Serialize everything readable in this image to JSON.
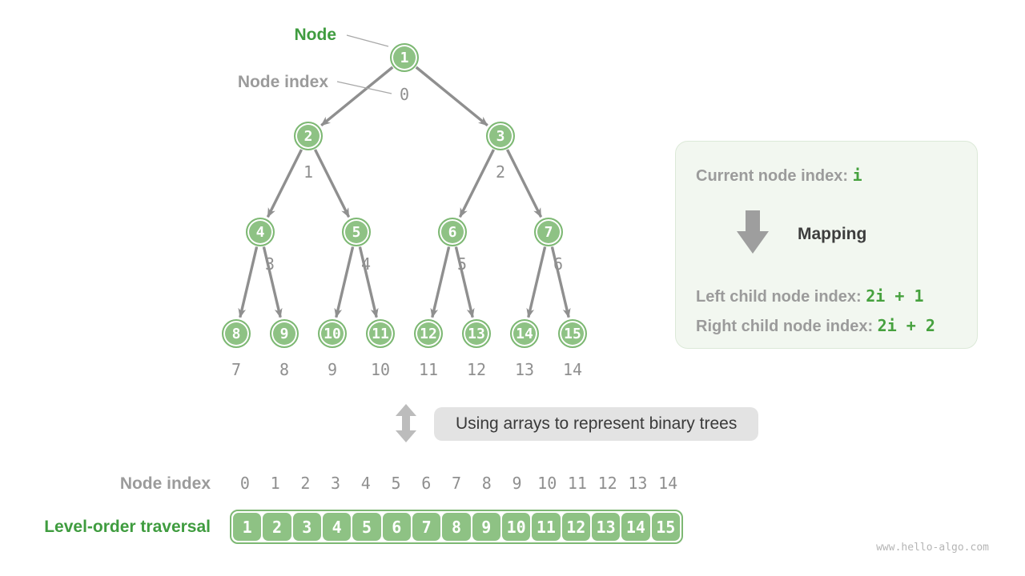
{
  "colors": {
    "node_green": "#8ec284",
    "node_border": "#7db873",
    "edge_gray": "#8f8f8f",
    "gray_text": "#9b9b9b",
    "green_text": "#3f9c3f",
    "code_green": "#46a13e",
    "dark_text": "#3d3d3d",
    "panel_bg": "#f2f7f0",
    "caption_bg": "#e3e3e3"
  },
  "tree": {
    "node_label": "Node",
    "node_index_label": "Node index",
    "nodes": [
      {
        "value": "1",
        "index": "0"
      },
      {
        "value": "2",
        "index": "1"
      },
      {
        "value": "3",
        "index": "2"
      },
      {
        "value": "4",
        "index": "3"
      },
      {
        "value": "5",
        "index": "4"
      },
      {
        "value": "6",
        "index": "5"
      },
      {
        "value": "7",
        "index": "6"
      },
      {
        "value": "8",
        "index": "7"
      },
      {
        "value": "9",
        "index": "8"
      },
      {
        "value": "10",
        "index": "9"
      },
      {
        "value": "11",
        "index": "10"
      },
      {
        "value": "12",
        "index": "11"
      },
      {
        "value": "13",
        "index": "12"
      },
      {
        "value": "14",
        "index": "13"
      },
      {
        "value": "15",
        "index": "14"
      }
    ],
    "edges": [
      [
        "1",
        "2"
      ],
      [
        "1",
        "3"
      ],
      [
        "2",
        "4"
      ],
      [
        "2",
        "5"
      ],
      [
        "3",
        "6"
      ],
      [
        "3",
        "7"
      ],
      [
        "4",
        "8"
      ],
      [
        "4",
        "9"
      ],
      [
        "5",
        "10"
      ],
      [
        "5",
        "11"
      ],
      [
        "6",
        "12"
      ],
      [
        "6",
        "13"
      ],
      [
        "7",
        "14"
      ],
      [
        "7",
        "15"
      ]
    ]
  },
  "panel": {
    "current_label": "Current node index: ",
    "current_code": "i",
    "mapping_label": "Mapping",
    "left_label": "Left child node index: ",
    "left_code": "2i + 1",
    "right_label": "Right child node index: ",
    "right_code": "2i + 2"
  },
  "caption": {
    "text": "Using arrays to represent binary trees"
  },
  "array_section": {
    "index_label": "Node index",
    "traversal_label": "Level-order traversal",
    "indices": [
      "0",
      "1",
      "2",
      "3",
      "4",
      "5",
      "6",
      "7",
      "8",
      "9",
      "10",
      "11",
      "12",
      "13",
      "14"
    ],
    "values": [
      "1",
      "2",
      "3",
      "4",
      "5",
      "6",
      "7",
      "8",
      "9",
      "10",
      "11",
      "12",
      "13",
      "14",
      "15"
    ]
  },
  "watermark": "www.hello-algo.com"
}
